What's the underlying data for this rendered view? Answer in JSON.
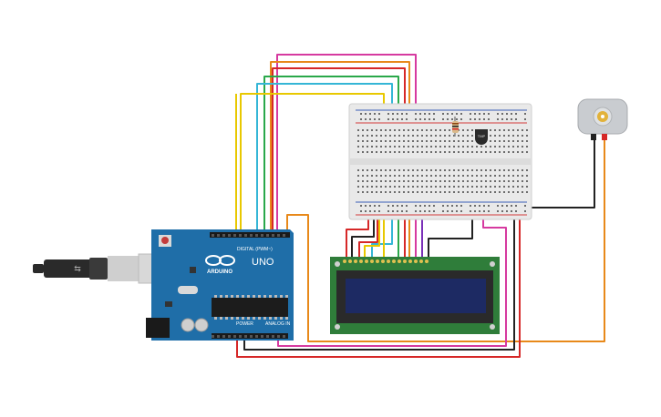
{
  "canvas": {
    "background": "#ffffff"
  },
  "arduino": {
    "logo_text": "ARDUINO",
    "model_text": "UNO",
    "digital_label": "DIGITAL (PWM~)",
    "power_label": "POWER",
    "analog_label": "ANALOG IN",
    "board_color": "#1f6ea8",
    "ic_color": "#1c1c1c"
  },
  "breadboard": {
    "color": "#e9e9e9",
    "rail_red": "#d33b3b",
    "rail_blue": "#3a5fb8"
  },
  "sensor": {
    "label": "TMP"
  },
  "lcd": {
    "pcb_color": "#2f7d3a",
    "screen_color": "#1d2a63"
  },
  "motor": {
    "body_color": "#c9ccd0",
    "shaft_color": "#e2b23a"
  },
  "usb_cable": {
    "color": "#2a2a2a",
    "plug_color": "#cfcfcf"
  },
  "wire_colors": {
    "yellow": "#e8c800",
    "orange": "#e8891a",
    "red": "#d62828",
    "black": "#222222",
    "magenta": "#d63aa0",
    "green": "#2aa84a",
    "cyan": "#35b6d6",
    "purple": "#7a2fb8"
  }
}
